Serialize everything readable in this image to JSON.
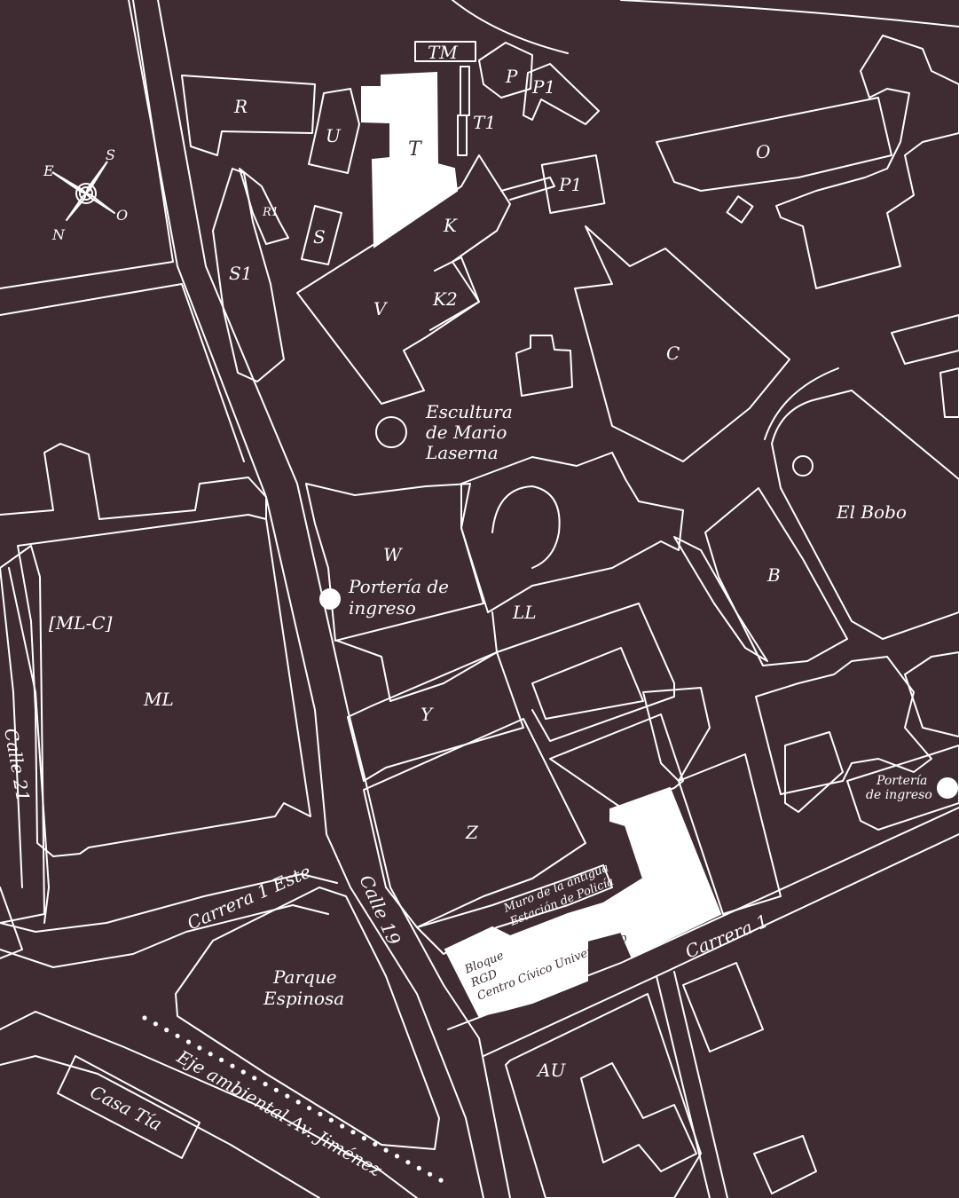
{
  "colors": {
    "background": "#3f2c33",
    "lines": "#ffffff",
    "highlight": "#ffffff"
  },
  "compass": {
    "n": "N",
    "s": "S",
    "e": "E",
    "o": "O",
    "icon": "compass-rose-icon"
  },
  "buildings": {
    "tm": "TM",
    "p": "P",
    "p1_a": "P1",
    "p1_b": "P1",
    "t1": "T1",
    "t": "T",
    "r": "R",
    "u": "U",
    "r1": "R1",
    "s": "S",
    "s1": "S1",
    "k": "K",
    "k2": "K2",
    "v": "V",
    "o": "O",
    "c": "C",
    "w": "W",
    "ll": "LL",
    "b": "B",
    "y": "Y",
    "z": "Z",
    "ml": "ML",
    "mlc": "[ML-C]",
    "au": "AU"
  },
  "places": {
    "escultura": [
      "Escultura",
      "de Mario",
      "Laserna"
    ],
    "porteria_main": [
      "Portería de",
      "ingreso"
    ],
    "porteria_right": [
      "Portería",
      "de ingreso"
    ],
    "el_bobo": "El Bobo",
    "parque": [
      "Parque",
      "Espinosa"
    ],
    "casa_tia": "Casa Tía",
    "muro": [
      "Muro de la antigua",
      "Estación de Policía"
    ],
    "bloque": [
      "Bloque",
      "RGD",
      "Centro Cívico Universitario"
    ]
  },
  "streets": {
    "calle_21": "Calle 21",
    "carrera_1_este": "Carrera 1 Este",
    "calle_19": "Calle 19",
    "carrera_1": "Carrera 1",
    "eje_ambiental": "Eje ambiental Av. Jiménez"
  }
}
